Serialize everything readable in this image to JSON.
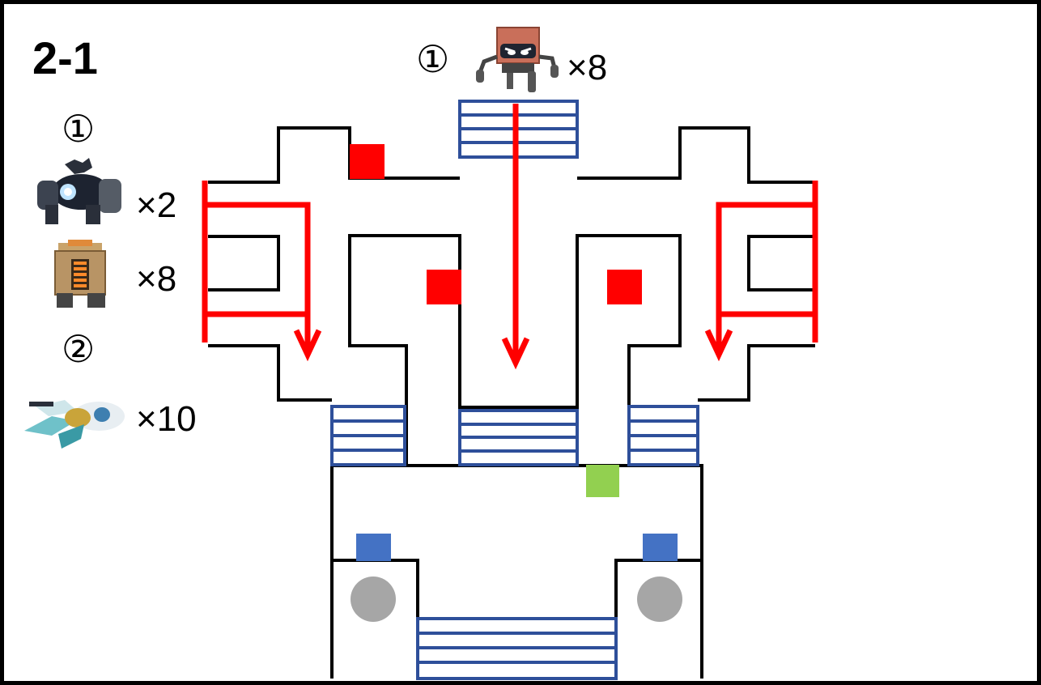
{
  "stage": "2-1",
  "top_spawn": {
    "wave_marker": "①",
    "count": "×8",
    "icon": "box-head-robot-icon"
  },
  "side_panel": {
    "wave1": {
      "marker": "①",
      "enemies": [
        {
          "icon": "mech-robot-icon",
          "count": "×2"
        },
        {
          "icon": "cargo-box-robot-icon",
          "count": "×8"
        }
      ]
    },
    "wave2": {
      "marker": "②",
      "enemies": [
        {
          "icon": "spaceship-drone-icon",
          "count": "×10"
        }
      ]
    }
  },
  "colors": {
    "wall": "#000000",
    "path_arrow": "#ff0000",
    "spawn_block": "#ff0000",
    "stair": "#2e4f9a",
    "goal_block": "#92d050",
    "deploy_block": "#4472c4",
    "pillar": "#a6a6a6"
  }
}
